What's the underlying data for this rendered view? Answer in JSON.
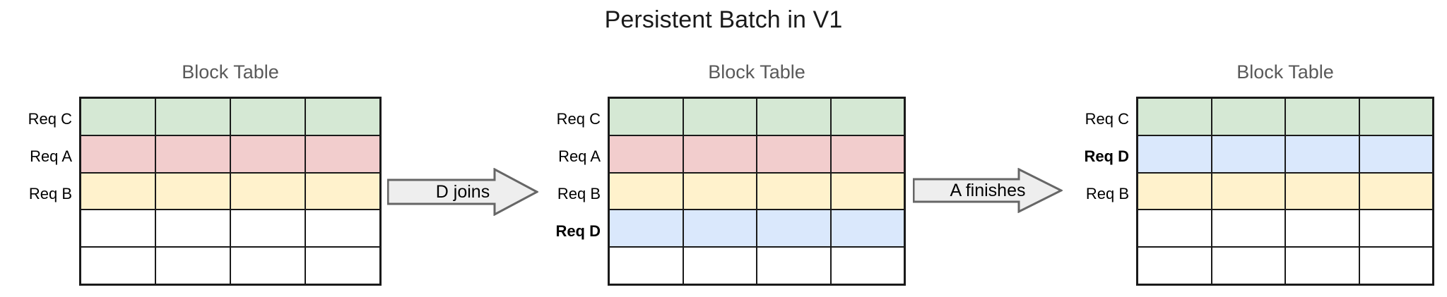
{
  "title": "Persistent Batch in V1",
  "colors": {
    "green": "#d5e8d4",
    "pink": "#f2cdcd",
    "yellow": "#fff2cc",
    "blue": "#dae8fc",
    "empty": "#ffffff",
    "border": "#1a1a1a",
    "arrow_fill": "#eeeeee",
    "arrow_stroke": "#666666",
    "heading": "#595959"
  },
  "panels": [
    {
      "heading": "Block Table",
      "columns": 4,
      "rows": [
        {
          "label": "Req C",
          "bold": false,
          "color": "green"
        },
        {
          "label": "Req A",
          "bold": false,
          "color": "pink"
        },
        {
          "label": "Req B",
          "bold": false,
          "color": "yellow"
        },
        {
          "label": "",
          "bold": false,
          "color": "empty"
        },
        {
          "label": "",
          "bold": false,
          "color": "empty"
        }
      ]
    },
    {
      "heading": "Block Table",
      "columns": 4,
      "rows": [
        {
          "label": "Req C",
          "bold": false,
          "color": "green"
        },
        {
          "label": "Req A",
          "bold": false,
          "color": "pink"
        },
        {
          "label": "Req B",
          "bold": false,
          "color": "yellow"
        },
        {
          "label": "Req D",
          "bold": true,
          "color": "blue"
        },
        {
          "label": "",
          "bold": false,
          "color": "empty"
        }
      ]
    },
    {
      "heading": "Block Table",
      "columns": 4,
      "rows": [
        {
          "label": "Req C",
          "bold": false,
          "color": "green"
        },
        {
          "label": "Req D",
          "bold": true,
          "color": "blue"
        },
        {
          "label": "Req B",
          "bold": false,
          "color": "yellow"
        },
        {
          "label": "",
          "bold": false,
          "color": "empty"
        },
        {
          "label": "",
          "bold": false,
          "color": "empty"
        }
      ]
    }
  ],
  "arrows": [
    {
      "label": "D joins"
    },
    {
      "label": "A finishes"
    }
  ]
}
